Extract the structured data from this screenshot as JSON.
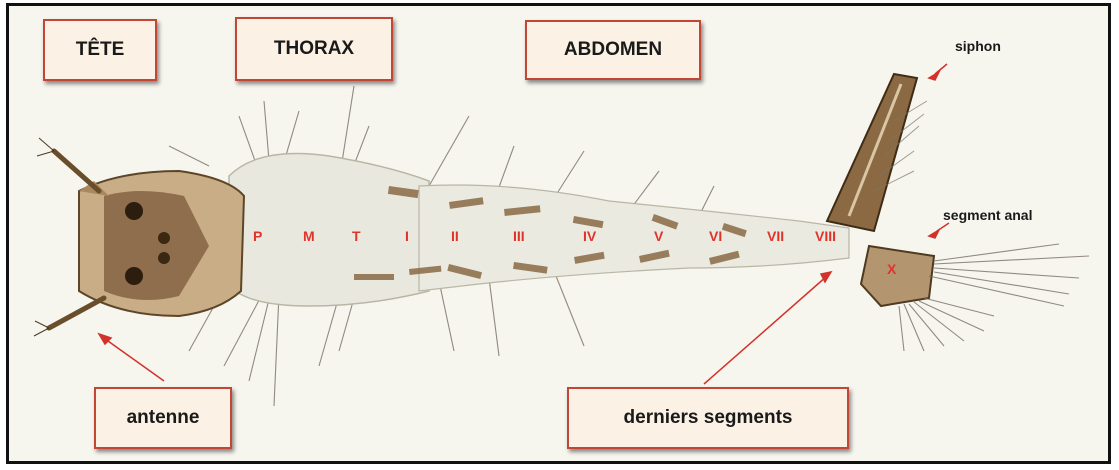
{
  "boxes": {
    "tete": "TÊTE",
    "thorax": "THORAX",
    "abdomen": "ABDOMEN",
    "antenne": "antenne",
    "derniers": "derniers segments"
  },
  "labels": {
    "siphon": "siphon",
    "segment_anal": "segment anal"
  },
  "segments": [
    "P",
    "M",
    "T",
    "I",
    "II",
    "III",
    "IV",
    "V",
    "VI",
    "VII",
    "VIII",
    "X"
  ],
  "colors": {
    "box_border": "#c24535",
    "box_fill": "#fbf1e4",
    "segment_label": "#e0332a",
    "arrow": "#d3322a",
    "body": "#e9e8de",
    "chitin": "#8a6a45"
  }
}
